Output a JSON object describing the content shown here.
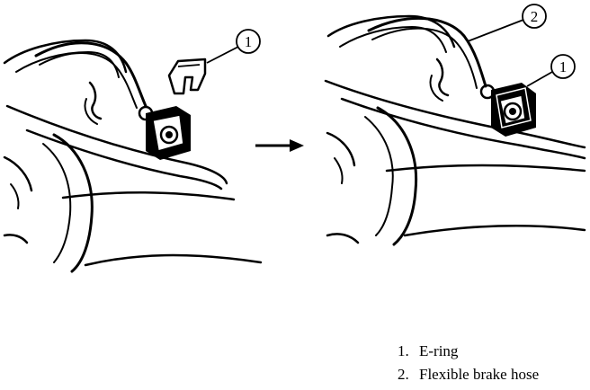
{
  "callouts": {
    "left_e_ring": "1",
    "right_hose": "2",
    "right_e_ring": "1"
  },
  "legend": [
    {
      "num": "1.",
      "label": "E-ring"
    },
    {
      "num": "2.",
      "label": "Flexible brake hose"
    }
  ]
}
